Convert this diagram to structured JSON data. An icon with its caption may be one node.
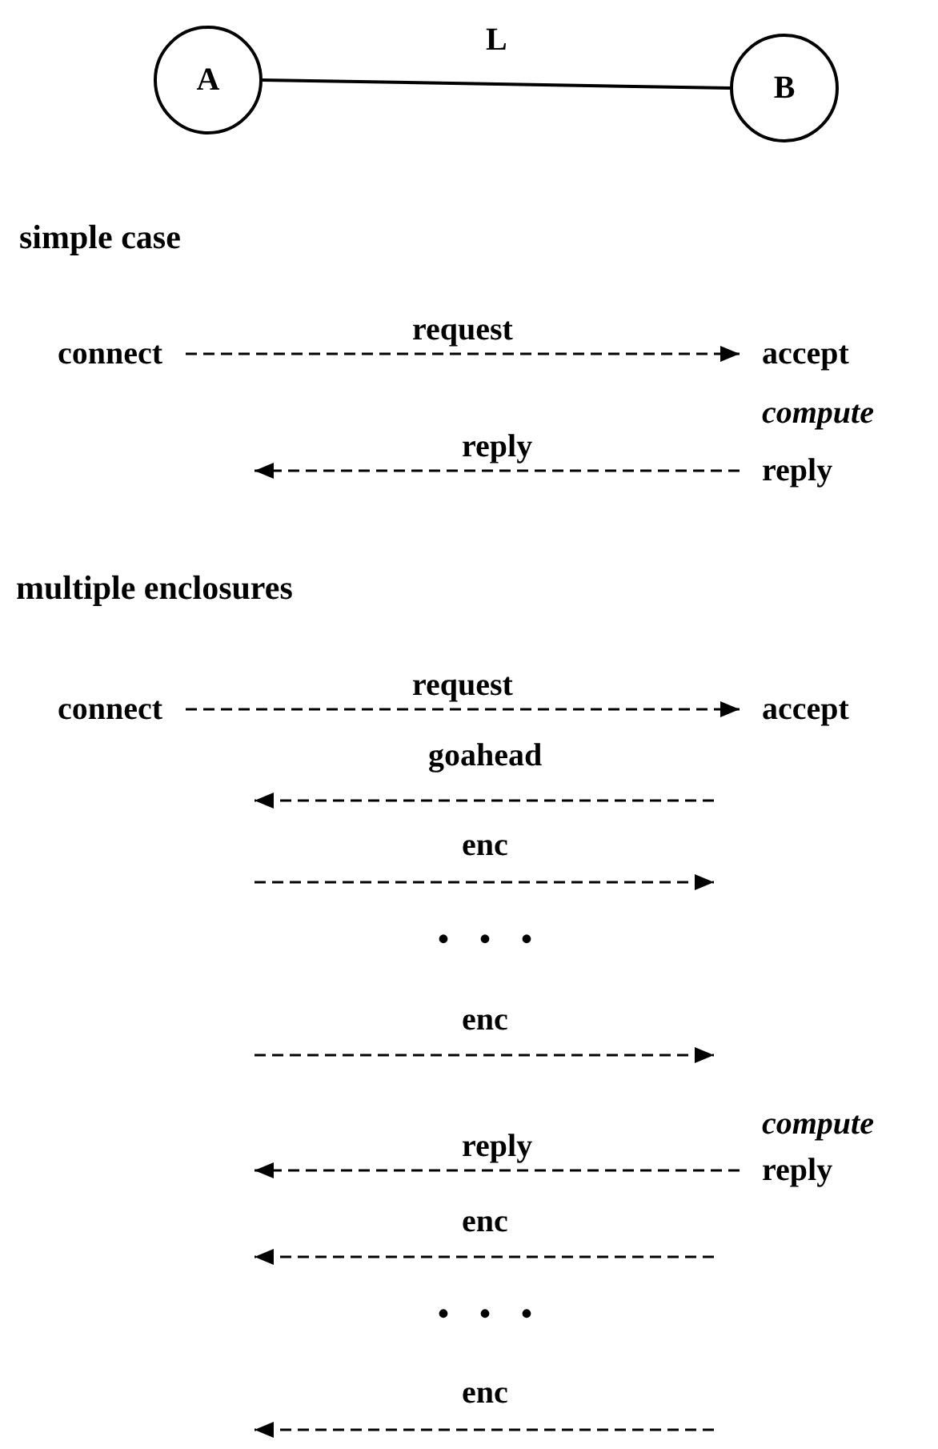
{
  "diagram": {
    "nodes": [
      {
        "text": [
          "A"
        ]
      },
      {
        "text": [
          "B"
        ]
      },
      {
        "text": [
          "connect"
        ]
      },
      {
        "text": [
          "accept"
        ]
      },
      {
        "text": [
          "reply"
        ]
      },
      {
        "text": [
          "connect"
        ]
      },
      {
        "text": [
          "accept"
        ]
      },
      {
        "text": [
          "reply"
        ]
      }
    ],
    "edges": [
      {
        "from": 0,
        "to": 1,
        "arrow": "none",
        "label": "L"
      },
      {
        "from": 2,
        "to": 3,
        "arrow": "to",
        "label": "request",
        "style": "dashed"
      },
      {
        "from": 4,
        "to": null,
        "arrow": "to",
        "label": "reply",
        "style": "dashed"
      },
      {
        "from": 5,
        "to": 6,
        "arrow": "to",
        "label": "request",
        "style": "dashed"
      },
      {
        "from": 7,
        "to": null,
        "arrow": "to",
        "label": "reply",
        "style": "dashed"
      }
    ],
    "labels": [
      "simple case",
      "compute",
      "multiple enclosures",
      "goahead",
      "enc",
      "• • •",
      "enc",
      "compute",
      "enc",
      "• • •",
      "enc"
    ]
  }
}
